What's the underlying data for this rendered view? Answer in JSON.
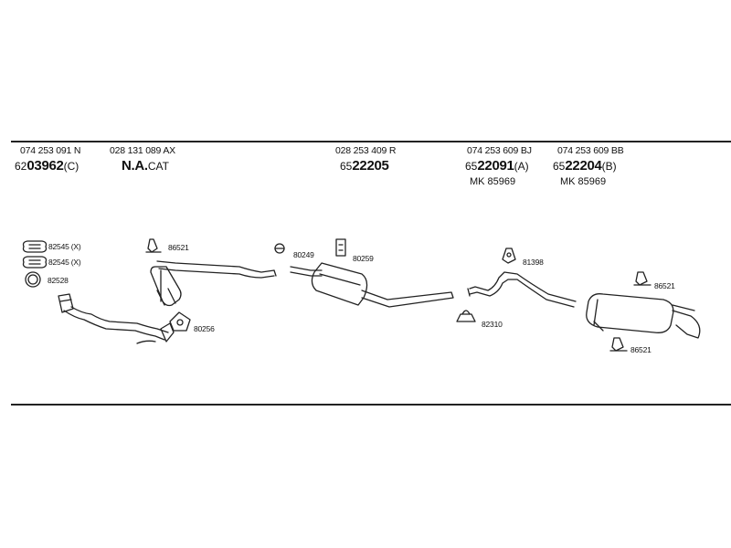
{
  "parts": [
    {
      "ref": "074 253 091 N",
      "prefix": "62",
      "code": "03962",
      "suffix": "(C)"
    },
    {
      "ref": "028 131 089 AX",
      "prefix": "",
      "code": "N.A.",
      "suffix": "CAT"
    },
    {
      "ref": "028 253 409 R",
      "prefix": "65",
      "code": "22205",
      "suffix": ""
    },
    {
      "ref": "074 253 609 BJ",
      "prefix": "65",
      "code": "22091",
      "suffix": "(A)",
      "mk": "MK  85969"
    },
    {
      "ref": "074 253 609 BB",
      "prefix": "65",
      "code": "22204",
      "suffix": "(B)",
      "mk": "MK  85969"
    }
  ],
  "callouts": {
    "c82545a": "82545 (X)",
    "c82545b": "82545 (X)",
    "c82528": "82528",
    "c86521a": "86521",
    "c80256": "80256",
    "c80249": "80249",
    "c80259": "80259",
    "c81398": "81398",
    "c82310": "82310",
    "c86521b": "86521",
    "c86521c": "86521"
  }
}
